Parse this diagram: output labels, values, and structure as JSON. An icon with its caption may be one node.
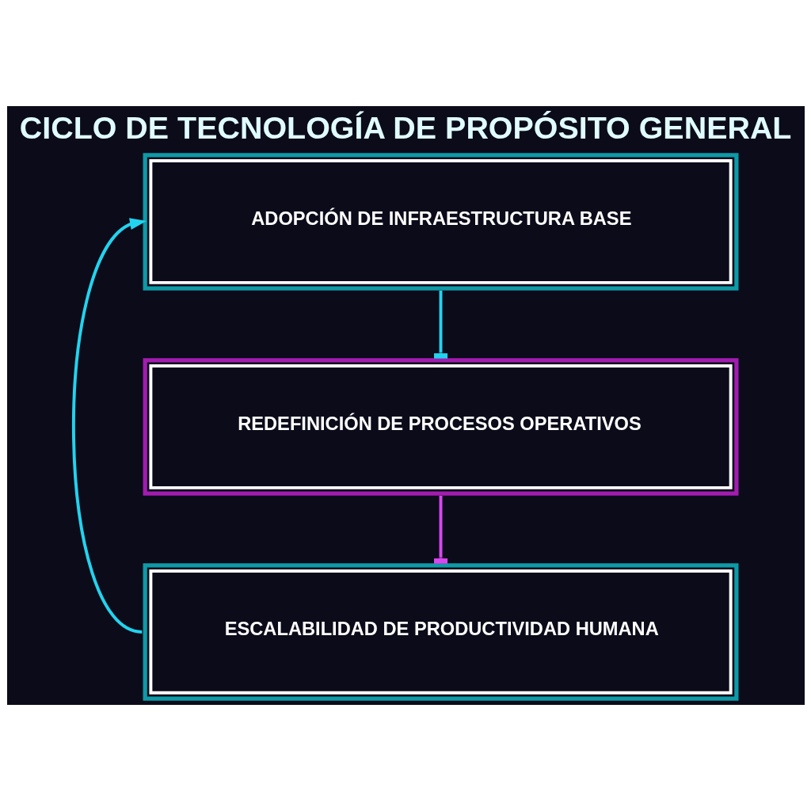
{
  "diagram": {
    "title": "CICLO DE TECNOLOGÍA DE PROPÓSITO GENERAL",
    "nodes": [
      {
        "text": [
          "ADOPCIÓN DE INFRAESTRUCTURA BASE"
        ]
      },
      {
        "text": [
          "REDEFINICIÓN DE PROCESOS OPERATIVOS"
        ]
      },
      {
        "text": [
          "ESCALABILIDAD DE PRODUCTIVIDAD HUMANA"
        ]
      }
    ],
    "edges": [
      {
        "from": 0,
        "to": 1,
        "arrow": "other"
      },
      {
        "from": 1,
        "to": 2,
        "arrow": "other",
        "color": "#d946ef"
      },
      {
        "from": 2,
        "to": 0,
        "arrow": "to"
      }
    ]
  }
}
